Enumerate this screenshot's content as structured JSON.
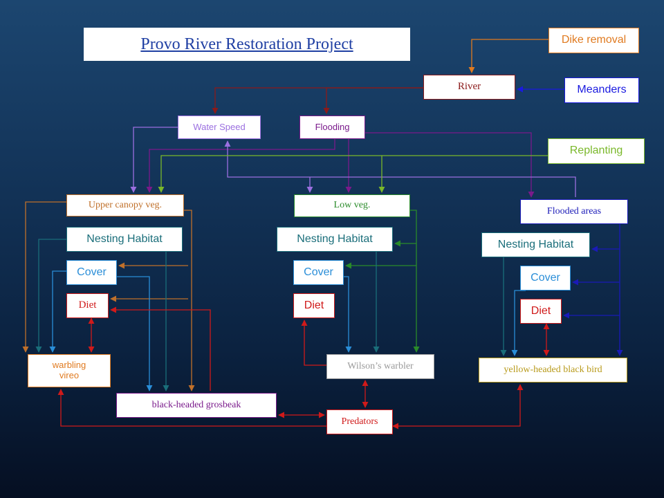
{
  "title": "Provo River Restoration Project",
  "nodes": {
    "dike_removal": "Dike removal",
    "meanders": "Meanders",
    "replanting": "Replanting",
    "river": "River",
    "water_speed": "Water Speed",
    "flooding": "Flooding",
    "upper_canopy": "Upper canopy veg.",
    "low_veg": "Low veg.",
    "flooded_areas": "Flooded areas",
    "nesting_1": "Nesting Habitat",
    "nesting_2": "Nesting Habitat",
    "nesting_3": "Nesting Habitat",
    "cover_1": "Cover",
    "cover_2": "Cover",
    "cover_3": "Cover",
    "diet_1": "Diet",
    "diet_2": "Diet",
    "diet_3": "Diet",
    "warbling_vireo": "warbling vireo",
    "wilsons_warbler": "Wilson’s warbler",
    "yellow_headed": "yellow-headed black bird",
    "grosbeak": "black-headed grosbeak",
    "predators": "Predators"
  },
  "colors": {
    "dike": "#e07a1f",
    "meanders": "#1a1ae0",
    "replanting": "#7ab82a",
    "river": "#8b1a1a",
    "water_speed": "#9b6fe0",
    "flooding": "#7a1a8b",
    "upper_canopy": "#c0702a",
    "low_veg": "#2a8b2a",
    "flooded": "#1a1ab8",
    "nesting": "#1a6e7a",
    "cover": "#2a8ed8",
    "diet": "#d01a1a",
    "grosbeak": "#7a1a8b",
    "warbler": "#9a9a9a",
    "yellow_bird": "#b89a1a"
  }
}
